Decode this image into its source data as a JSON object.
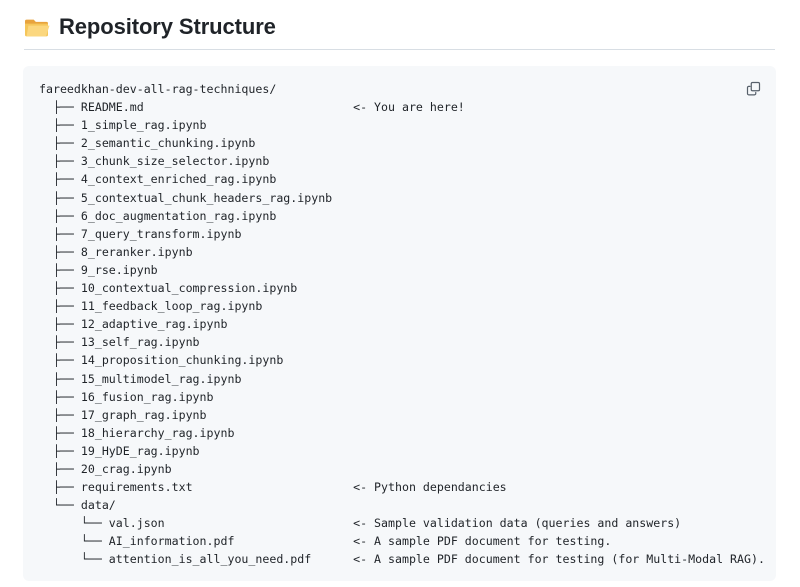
{
  "header": {
    "icon": "open-folder-icon",
    "title": "Repository Structure"
  },
  "code_block": {
    "copy_button_label": "",
    "copy_icon": "copy-icon",
    "root": "fareedkhan-dev-all-rag-techniques/",
    "comment_column": 45,
    "entries": [
      {
        "prefix": "├── ",
        "indent": "",
        "name": "README.md",
        "comment": "<- You are here!"
      },
      {
        "prefix": "├── ",
        "indent": "",
        "name": "1_simple_rag.ipynb",
        "comment": ""
      },
      {
        "prefix": "├── ",
        "indent": "",
        "name": "2_semantic_chunking.ipynb",
        "comment": ""
      },
      {
        "prefix": "├── ",
        "indent": "",
        "name": "3_chunk_size_selector.ipynb",
        "comment": ""
      },
      {
        "prefix": "├── ",
        "indent": "",
        "name": "4_context_enriched_rag.ipynb",
        "comment": ""
      },
      {
        "prefix": "├── ",
        "indent": "",
        "name": "5_contextual_chunk_headers_rag.ipynb",
        "comment": ""
      },
      {
        "prefix": "├── ",
        "indent": "",
        "name": "6_doc_augmentation_rag.ipynb",
        "comment": ""
      },
      {
        "prefix": "├── ",
        "indent": "",
        "name": "7_query_transform.ipynb",
        "comment": ""
      },
      {
        "prefix": "├── ",
        "indent": "",
        "name": "8_reranker.ipynb",
        "comment": ""
      },
      {
        "prefix": "├── ",
        "indent": "",
        "name": "9_rse.ipynb",
        "comment": ""
      },
      {
        "prefix": "├── ",
        "indent": "",
        "name": "10_contextual_compression.ipynb",
        "comment": ""
      },
      {
        "prefix": "├── ",
        "indent": "",
        "name": "11_feedback_loop_rag.ipynb",
        "comment": ""
      },
      {
        "prefix": "├── ",
        "indent": "",
        "name": "12_adaptive_rag.ipynb",
        "comment": ""
      },
      {
        "prefix": "├── ",
        "indent": "",
        "name": "13_self_rag.ipynb",
        "comment": ""
      },
      {
        "prefix": "├── ",
        "indent": "",
        "name": "14_proposition_chunking.ipynb",
        "comment": ""
      },
      {
        "prefix": "├── ",
        "indent": "",
        "name": "15_multimodel_rag.ipynb",
        "comment": ""
      },
      {
        "prefix": "├── ",
        "indent": "",
        "name": "16_fusion_rag.ipynb",
        "comment": ""
      },
      {
        "prefix": "├── ",
        "indent": "",
        "name": "17_graph_rag.ipynb",
        "comment": ""
      },
      {
        "prefix": "├── ",
        "indent": "",
        "name": "18_hierarchy_rag.ipynb",
        "comment": ""
      },
      {
        "prefix": "├── ",
        "indent": "",
        "name": "19_HyDE_rag.ipynb",
        "comment": ""
      },
      {
        "prefix": "├── ",
        "indent": "",
        "name": "20_crag.ipynb",
        "comment": ""
      },
      {
        "prefix": "├── ",
        "indent": "",
        "name": "requirements.txt",
        "comment": "<- Python dependancies"
      },
      {
        "prefix": "└── ",
        "indent": "",
        "name": "data/",
        "comment": ""
      },
      {
        "prefix": "└── ",
        "indent": "    ",
        "name": "val.json",
        "comment": "<- Sample validation data (queries and answers)"
      },
      {
        "prefix": "└── ",
        "indent": "    ",
        "name": "AI_information.pdf",
        "comment": "<- A sample PDF document for testing."
      },
      {
        "prefix": "└── ",
        "indent": "    ",
        "name": "attention_is_all_you_need.pdf",
        "comment": "<- A sample PDF document for testing (for Multi-Modal RAG)."
      }
    ]
  },
  "colors": {
    "page_background": "#ffffff",
    "code_background": "#f6f8fa",
    "text": "#1f2328",
    "rule": "#d8dee4",
    "folder_body": "#f5c65a",
    "folder_tab": "#e8a33d",
    "icon_stroke": "#57606a"
  }
}
